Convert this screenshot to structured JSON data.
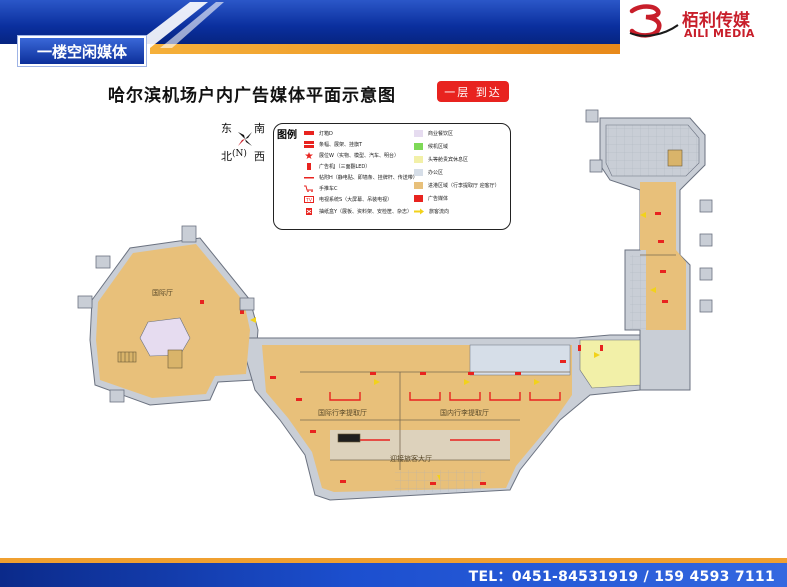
{
  "header": {
    "section_title": "一楼空闲媒体",
    "logo_cn": "栢利传媒",
    "logo_en": "AILI MEDIA"
  },
  "main": {
    "title": "哈尔滨机场户内广告媒体平面示意图",
    "arrival_tag": "一层 到达"
  },
  "compass": {
    "east": "东",
    "south": "南",
    "north": "北",
    "n_mark": "(N)",
    "west": "西"
  },
  "legend": {
    "title": "图例",
    "left_items": [
      {
        "label": "灯箱D",
        "icon": "lightbox-icon",
        "color": "#e8231f"
      },
      {
        "label": "条幅、展架、挂旗T",
        "icon": "banner-icon",
        "color": "#e8231f"
      },
      {
        "label": "展位W（实物、模型、汽车、明台）",
        "icon": "booth-icon",
        "color": "#e8231f"
      },
      {
        "label": "广告机J（三面翻LED）",
        "icon": "led-board-icon",
        "color": "#e8231f"
      },
      {
        "label": "帖附H（静电贴、即墙条、挂牌杆、传送带）",
        "icon": "sticker-icon",
        "color": "#e8231f"
      },
      {
        "label": "手推车C",
        "icon": "trolley-icon",
        "color": "#e8231f"
      },
      {
        "label": "电视系统S（大屏幕、吊装电视）",
        "icon": "tv-icon",
        "color": "#e8231f"
      },
      {
        "label": "抽纸盒Y（展板、资料架、安检筐、杂志）",
        "icon": "tissue-box-icon",
        "color": "#e8231f"
      }
    ],
    "right_items": [
      {
        "label": "商业餐饮区",
        "color": "#e6dcf0"
      },
      {
        "label": "候机区域",
        "color": "#7ed957"
      },
      {
        "label": "头等舱贵宾休息区",
        "color": "#f2f0a8"
      },
      {
        "label": "办公区",
        "color": "#d6dee8"
      },
      {
        "label": "进港区域（行李提取厅 迎客厅）",
        "color": "#e8c07a"
      },
      {
        "label": "广告媒体",
        "color": "#e8231f"
      },
      {
        "label": "旅客流向",
        "color": "#f2d21a"
      }
    ]
  },
  "plan_labels": {
    "international_hall": "国际厅",
    "intl_baggage": "国际行李提取厅",
    "dom_baggage": "国内行李提取厅",
    "arrival_hall": "迎接旅客大厅"
  },
  "colors": {
    "arrival_area": "#e8c07a",
    "office_area": "#d6dee8",
    "commercial_area": "#e6dcf0",
    "vip_area": "#f2f0a8",
    "ad_media": "#e8231f",
    "brand_blue": "#0c2f9a",
    "accent_orange": "#f0a030"
  },
  "footer": {
    "contact": "TEL：0451-84531919 / 159 4593 7111"
  }
}
